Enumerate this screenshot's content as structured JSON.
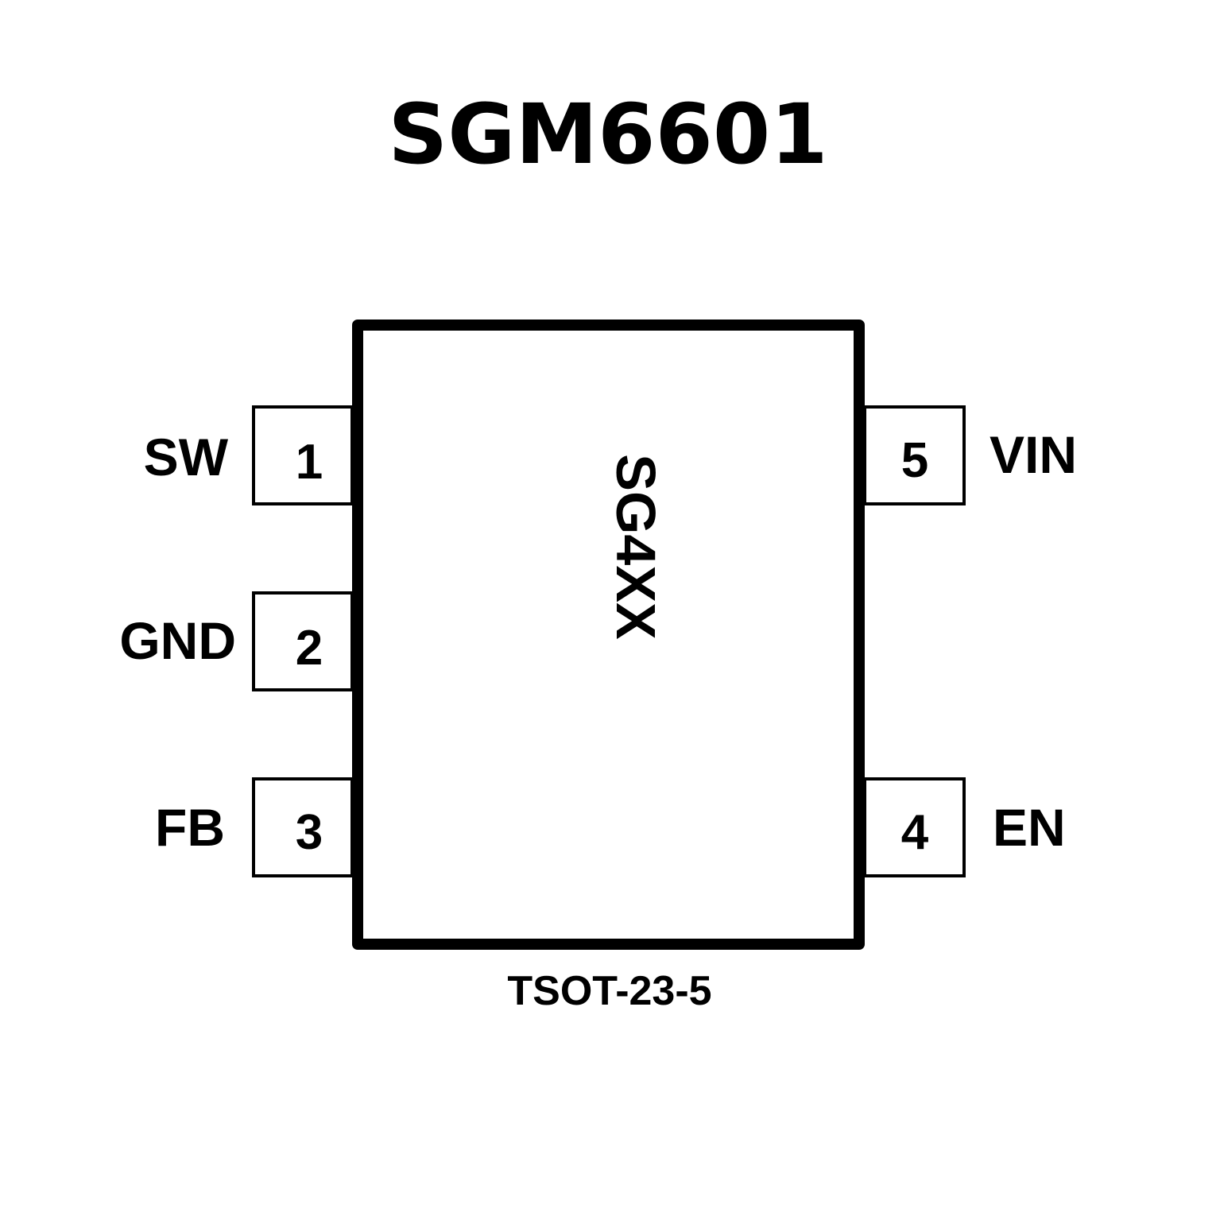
{
  "title": "SGM6601",
  "package": "TSOT-23-5",
  "marking": "SG4XX",
  "pins": [
    {
      "number": "1",
      "name": "SW",
      "side": "left"
    },
    {
      "number": "2",
      "name": "GND",
      "side": "left"
    },
    {
      "number": "3",
      "name": "FB",
      "side": "left"
    },
    {
      "number": "4",
      "name": "EN",
      "side": "right"
    },
    {
      "number": "5",
      "name": "VIN",
      "side": "right"
    }
  ]
}
